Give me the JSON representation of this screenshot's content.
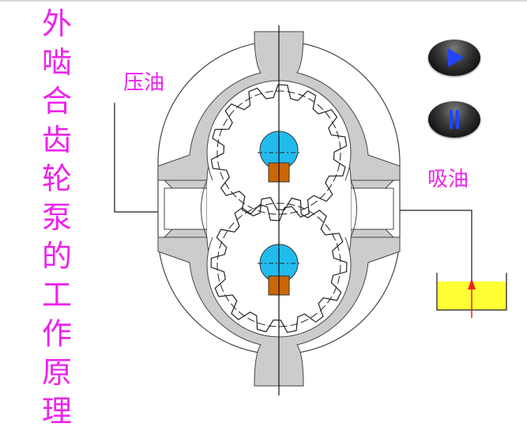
{
  "title": {
    "text": "外啮合齿轮泵的工作原理",
    "chars": [
      "外",
      "啮",
      "合",
      "齿",
      "轮",
      "泵",
      "的",
      "工",
      "作",
      "原",
      "理"
    ],
    "color": "#ee22ee"
  },
  "labels": {
    "discharge": "压油",
    "suction": "吸油"
  },
  "controls": {
    "play": {
      "icon": "play-icon",
      "color": "#2244ff"
    },
    "pause": {
      "icon": "pause-icon",
      "color": "#2244ff"
    }
  },
  "colors": {
    "housing_fill": "#cccccc",
    "shaft": "#22bbee",
    "key": "#cc6600",
    "oil": "#ffff33",
    "flow_arrow": "#ee2222",
    "line": "#333333"
  }
}
